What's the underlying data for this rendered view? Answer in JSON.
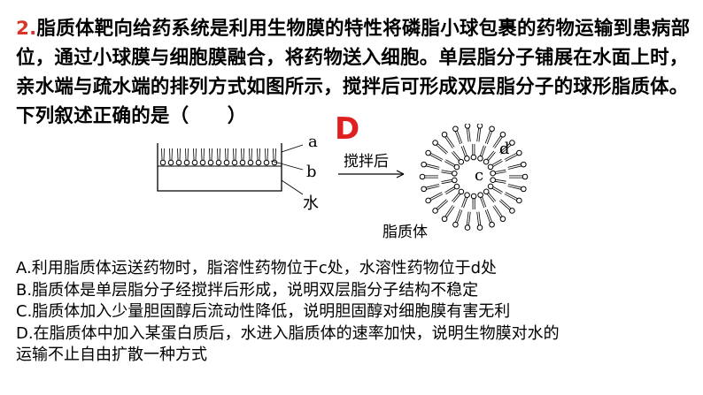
{
  "question": {
    "number": "2.",
    "stem": "脂质体靶向给药系统是利用生物膜的特性将磷脂小球包裹的药物运输到患病部位，通过小球膜与细胞膜融合，将药物送入细胞。单层脂分子铺展在水面上时，亲水端与疏水端的排列方式如图所示，搅拌后可形成双层脂分子的球形脂质体。下列叙述正确的是（　　）"
  },
  "answer": "D",
  "figure": {
    "label_a": "a",
    "label_b": "b",
    "label_water": "水",
    "arrow_label": "搅拌后",
    "label_c": "c",
    "label_d": "d",
    "liposome_label": "脂质体"
  },
  "options": [
    "A.利用脂质体运送药物时，脂溶性药物位于c处，水溶性药物位于d处",
    "B.脂质体是单层脂分子经搅拌后形成，说明双层脂分子结构不稳定",
    "C.脂质体加入少量胆固醇后流动性降低，说明胆固醇对细胞膜有害无利",
    "D.在脂质体中加入某蛋白质后，水进入脂质体的速率加快，说明生物膜对水的运输不止自由扩散一种方式"
  ],
  "colors": {
    "number": "#d9362b",
    "answer": "#e02020"
  }
}
